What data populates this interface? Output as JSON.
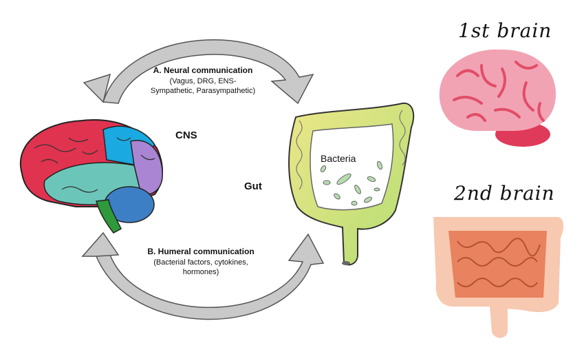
{
  "diagram": {
    "neural": {
      "title": "A. Neural communication",
      "line1": "(Vagus, DRG, ENS-",
      "line2": "Sympathetic, Parasympathetic)"
    },
    "humeral": {
      "title": "B. Humeral communication",
      "line1": "(Bacterial factors, cytokines,",
      "line2": "hormones)"
    },
    "cns_label": "CNS",
    "gut_label": "Gut",
    "bacteria_label": "Bacteria",
    "first_brain_label": "1st brain",
    "second_brain_label": "2nd brain"
  },
  "colors": {
    "arrow": "#c4c4c4",
    "brain_frontal": "#e0334f",
    "brain_parietal": "#1aa9e0",
    "brain_occipital": "#a985d4",
    "brain_temporal": "#6bc6b9",
    "brain_cerebellum": "#3d7fc4",
    "brain_stem": "#2f9a3b",
    "colon_yellow": "#e7e486",
    "colon_green": "#bde078",
    "pink_brain": "#f2a3b3",
    "pink_brain_dark": "#e24d68",
    "intestine_outer": "#f6c9b0",
    "intestine_inner": "#e8825f"
  }
}
